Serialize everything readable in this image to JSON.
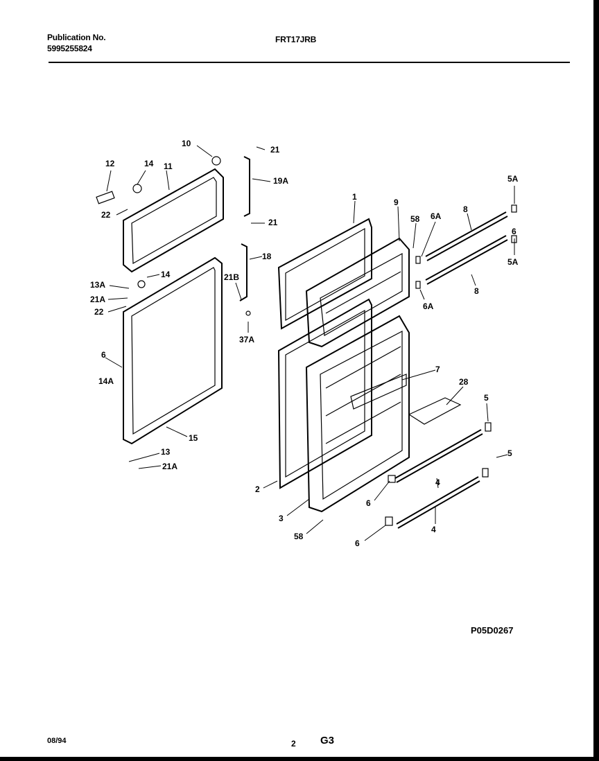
{
  "header": {
    "publication_label": "Publication No.",
    "publication_number": "5995255824",
    "model": "FRT17JRB"
  },
  "diagram_code": "P05D0267",
  "footer": {
    "date": "08/94",
    "page_number": "2",
    "section": "G3"
  },
  "part_labels": {
    "p10": "10",
    "p21_top": "21",
    "p12": "12",
    "p14_top": "14",
    "p11": "11",
    "p19A": "19A",
    "p22_top": "22",
    "p21_mid": "21",
    "p18": "18",
    "p13A": "13A",
    "p14_mid": "14",
    "p21A_top": "21A",
    "p22_mid": "22",
    "p21B": "21B",
    "p37A": "37A",
    "p6_left": "6",
    "p14A": "14A",
    "p15": "15",
    "p13": "13",
    "p21A_bot": "21A",
    "p1": "1",
    "p9": "9",
    "p58_top": "58",
    "p6A_top": "6A",
    "p8_top": "8",
    "p5A_top": "5A",
    "p6_r1": "6",
    "p5A_bot": "5A",
    "p8_bot": "8",
    "p6A_bot": "6A",
    "p7": "7",
    "p28": "28",
    "p5_top": "5",
    "p5_bot": "5",
    "p2": "2",
    "p4_top": "4",
    "p6_mid": "6",
    "p3": "3",
    "p58_bot": "58",
    "p6_bot": "6",
    "p4_bot": "4"
  }
}
